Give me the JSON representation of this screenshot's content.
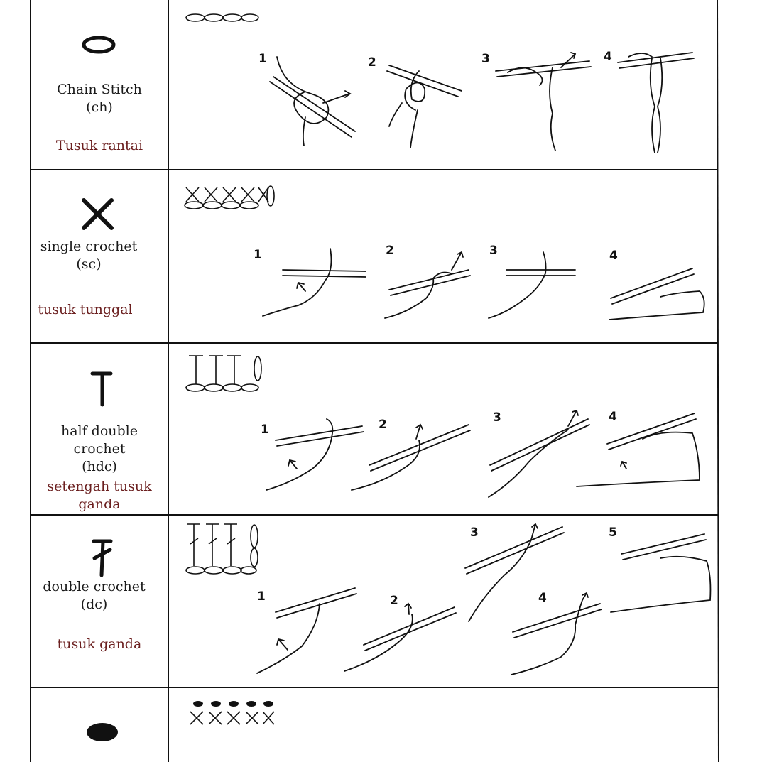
{
  "colors": {
    "line": "#111111",
    "translation": "#6b1f1f",
    "paper": "#ffffff"
  },
  "rows": [
    {
      "symbol_icon": "chain-oval-icon",
      "name_lines": [
        "Chain Stitch",
        "(ch)"
      ],
      "translation_lines": [
        "Tusuk rantai"
      ],
      "steps": [
        "1",
        "2",
        "3",
        "4"
      ]
    },
    {
      "symbol_icon": "cross-x-icon",
      "name_lines": [
        "single crochet",
        "(sc)"
      ],
      "translation_lines": [
        "tusuk tunggal"
      ],
      "steps": [
        "1",
        "2",
        "3",
        "4"
      ]
    },
    {
      "symbol_icon": "t-bar-icon",
      "name_lines": [
        "half double",
        "crochet",
        "(hdc)"
      ],
      "translation_lines": [
        "setengah tusuk",
        "ganda"
      ],
      "steps": [
        "1",
        "2",
        "3",
        "4"
      ]
    },
    {
      "symbol_icon": "crossed-t-icon",
      "name_lines": [
        "double crochet",
        "(dc)"
      ],
      "translation_lines": [
        "tusuk ganda"
      ],
      "steps": [
        "1",
        "2",
        "3",
        "4",
        "5"
      ]
    },
    {
      "symbol_icon": "filled-dot-icon",
      "name_lines": [],
      "translation_lines": [],
      "steps": []
    }
  ]
}
